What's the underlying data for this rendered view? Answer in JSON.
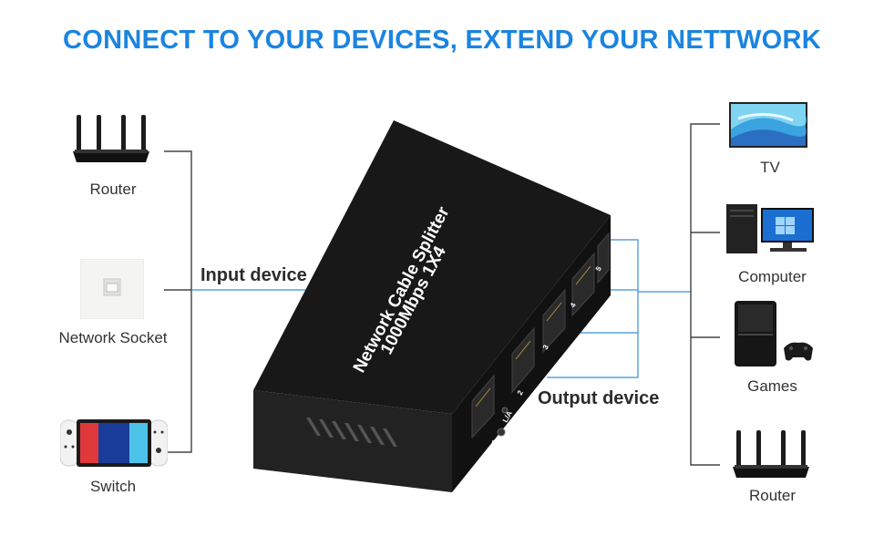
{
  "headline": "CONNECT TO YOUR DEVICES, EXTEND YOUR NETTWORK",
  "left_devices": [
    {
      "label": "Router",
      "icon": "router-icon"
    },
    {
      "label": "Network Socket",
      "icon": "network-socket-icon"
    },
    {
      "label": "Switch",
      "icon": "game-console-switch-icon"
    }
  ],
  "right_devices": [
    {
      "label": "TV",
      "icon": "tv-icon"
    },
    {
      "label": "Computer",
      "icon": "computer-icon"
    },
    {
      "label": "Games",
      "icon": "game-console-icon"
    },
    {
      "label": "Router",
      "icon": "router-icon"
    }
  ],
  "input_label": "Input device",
  "output_label": "Output device",
  "product": {
    "line1": "Network Cable Splitter",
    "line2": "1000Mbps 1X4",
    "port_labels": [
      "PWR",
      "1",
      "L/A",
      "2",
      "3",
      "4",
      "5"
    ]
  },
  "colors": {
    "headline": "#1b84e0",
    "wire_blue": "#3a8fd6",
    "wire_dark": "#222222",
    "device_body": "#1a1a1a"
  }
}
